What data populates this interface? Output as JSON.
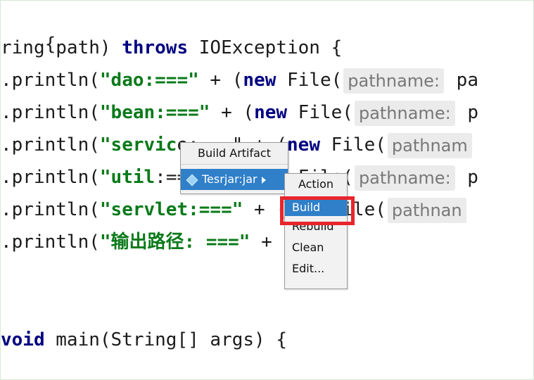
{
  "editor": {
    "lines": [
      {
        "text": "{"
      },
      {
        "a": "ring path) ",
        "kw": "throws",
        "b": " IOException {"
      },
      {
        "a": ".println(",
        "str": "\"dao:===\"",
        "b": " + (",
        "kw": "new",
        "c": " File(",
        "hint": "pathname:",
        "d": " pa"
      },
      {
        "a": ".println(",
        "str": "\"bean:===\"",
        "b": " + (",
        "kw": "new",
        "c": " File(",
        "hint": "pathname:",
        "d": " p"
      },
      {
        "a": ".println(",
        "str": "\"servic",
        "b": "e:===\" + (",
        "kw": "new",
        "c": " File(",
        "hint": "pathnam"
      },
      {
        "a": ".println(",
        "str": "\"util",
        "b": ":===\" + (new File(",
        "hint": "pathname:",
        "d": " p"
      },
      {
        "a": ".println(",
        "str": "\"servlet:===\"",
        "b": " + (new File(",
        "hint": "pathnan"
      },
      {
        "a": ".println(",
        "str": "\"输出路径: ===\"",
        "b": " + path);"
      },
      {
        "kw": "void",
        "b": " main(String[] args) {"
      }
    ]
  },
  "build_artifact_popup": {
    "title": "Build Artifact",
    "item": "Tesrjar:jar"
  },
  "action_popup": {
    "title": "Action",
    "items": [
      "Build",
      "Rebuild",
      "Clean",
      "Edit..."
    ],
    "selected": "Build"
  },
  "colors": {
    "keyword": "#000080",
    "string": "#0a7a1a",
    "selection": "#2f7fc9",
    "highlight_box": "#e8262b"
  }
}
